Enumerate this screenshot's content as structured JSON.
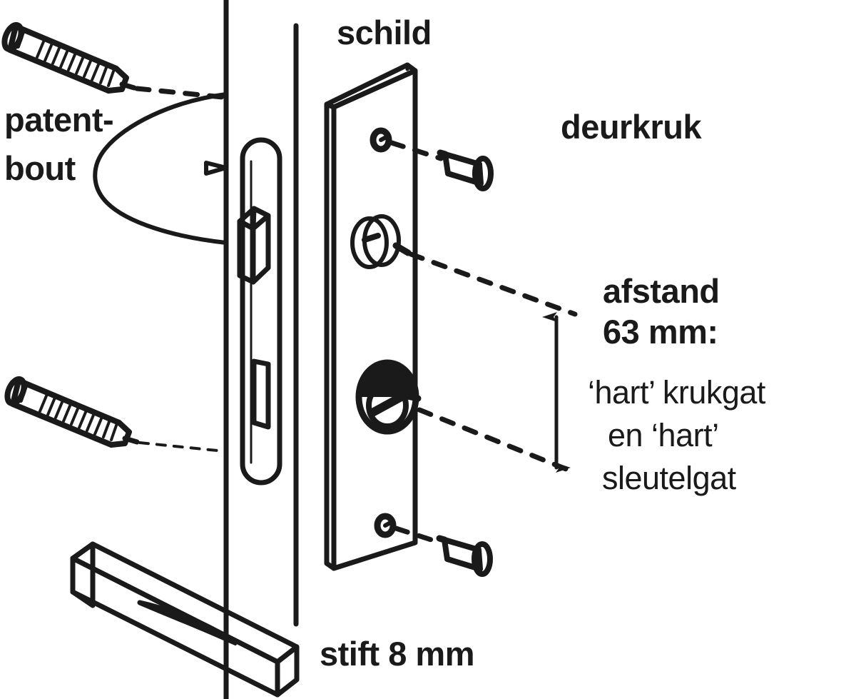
{
  "diagram": {
    "title": "Deurbeslag montage - exploded assembly diagram",
    "language": "nl",
    "stroke_color": "#1a1a1a",
    "background_color": "#ffffff",
    "labels": {
      "schild": "schild",
      "patent_line1": "patent-",
      "patent_line2": "bout",
      "deurkruk": "deurkruk",
      "afstand": "afstand",
      "afstand_value": "63 mm:",
      "hart_line1": "‘hart’ krukgat",
      "hart_line2": "en ‘hart’",
      "hart_line3": "sleutelgat",
      "stift": "stift 8 mm"
    },
    "measurements": {
      "afstand_mm": 63,
      "stift_mm": 8
    },
    "parts": [
      {
        "name": "patentbout-upper",
        "label": "patent-bout"
      },
      {
        "name": "patentbout-lower",
        "label": "patent-bout"
      },
      {
        "name": "door-panel",
        "label": "deur"
      },
      {
        "name": "lock-faceplate",
        "label": "slotplaat"
      },
      {
        "name": "schild-plate",
        "label": "schild"
      },
      {
        "name": "krukgat",
        "label": "krukgat"
      },
      {
        "name": "sleutelgat",
        "label": "sleutelgat"
      },
      {
        "name": "screw-upper",
        "label": "schroef"
      },
      {
        "name": "screw-lower",
        "label": "schroef"
      },
      {
        "name": "stift-bar",
        "label": "stift 8 mm"
      }
    ]
  }
}
